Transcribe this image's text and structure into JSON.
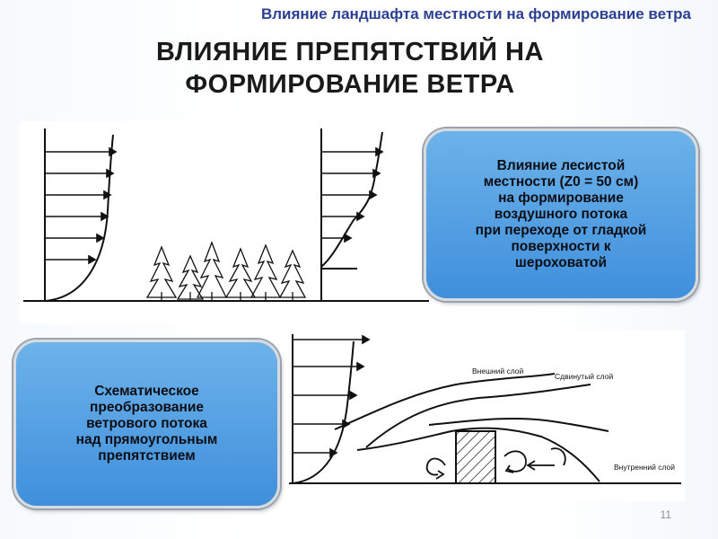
{
  "slide": {
    "header_title": "Влияние ландшафта местности на формирование ветра",
    "main_title_line1": "ВЛИЯНИЕ ПРЕПЯТСТВИЙ НА",
    "main_title_line2": "ФОРМИРОВАНИЕ  ВЕТРА",
    "page_number": "11"
  },
  "callouts": {
    "forest": [
      "Влияние лесистой",
      "местности  (Z0 = 50 см)",
      "на формирование",
      "воздушного  потока",
      "при переходе  от гладкой",
      "поверхности к",
      "шероховатой"
    ],
    "obstacle": [
      "Схематическое",
      "преобразование",
      "ветрового потока",
      "над прямоугольным",
      "препятствием"
    ]
  },
  "obstacle_diagram": {
    "label_outer": "Внешний слой",
    "label_shifted": "Сдвинутый слой",
    "label_inner": "Внутренний слой"
  },
  "colors": {
    "header_text": "#2b3f93",
    "callout_fill": "#4f9fe2",
    "callout_border": "#d7dbe0"
  }
}
